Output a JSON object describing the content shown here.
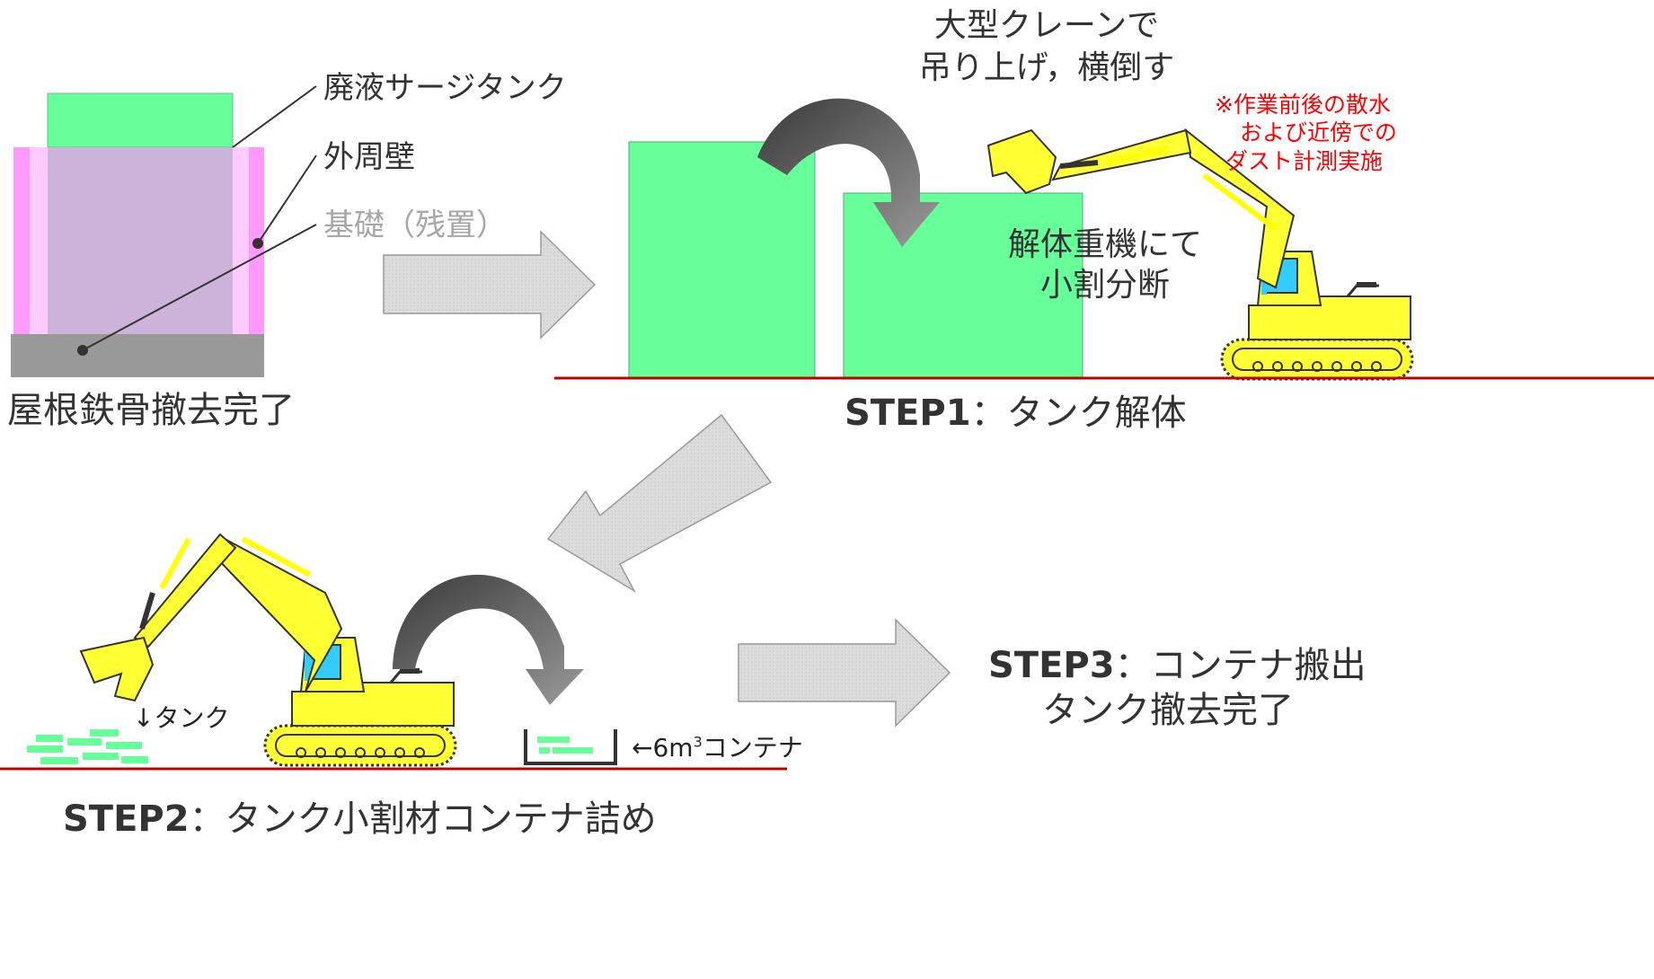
{
  "labels": {
    "tank": "廃液サージタンク",
    "outer_wall": "外周壁",
    "foundation": "基礎（残置）",
    "initial_state": "屋根鉄骨撤去完了",
    "crane_line1": "大型クレーンで",
    "crane_line2": "吊り上げ，横倒す",
    "note_line1": "※作業前後の散水",
    "note_line2": "および近傍での",
    "note_line3": "ダスト計測実施",
    "machine_line1": "解体重機にて",
    "machine_line2": "小割分断",
    "tank_arrow": "↓タンク",
    "container_prefix": "←6m",
    "container_sup": "3",
    "container_suffix": "コンテナ"
  },
  "steps": {
    "step1_bold": "STEP1",
    "step1_text": "：タンク解体",
    "step2_bold": "STEP2",
    "step2_text": "：タンク小割材コンテナ詰め",
    "step3_bold": "STEP3",
    "step3_text": "：コンテナ搬出",
    "step3_line2": "タンク撤去完了"
  },
  "colors": {
    "tank_green": "#66ff99",
    "wall_pink": "#ff99ff",
    "purple_fill": "#ccb3d9",
    "foundation_grey": "#999999",
    "arrow_grey": "#d9d9d9",
    "machine_yellow": "#ffff33",
    "ground_red": "#c00000",
    "note_red": "#ff0000"
  }
}
